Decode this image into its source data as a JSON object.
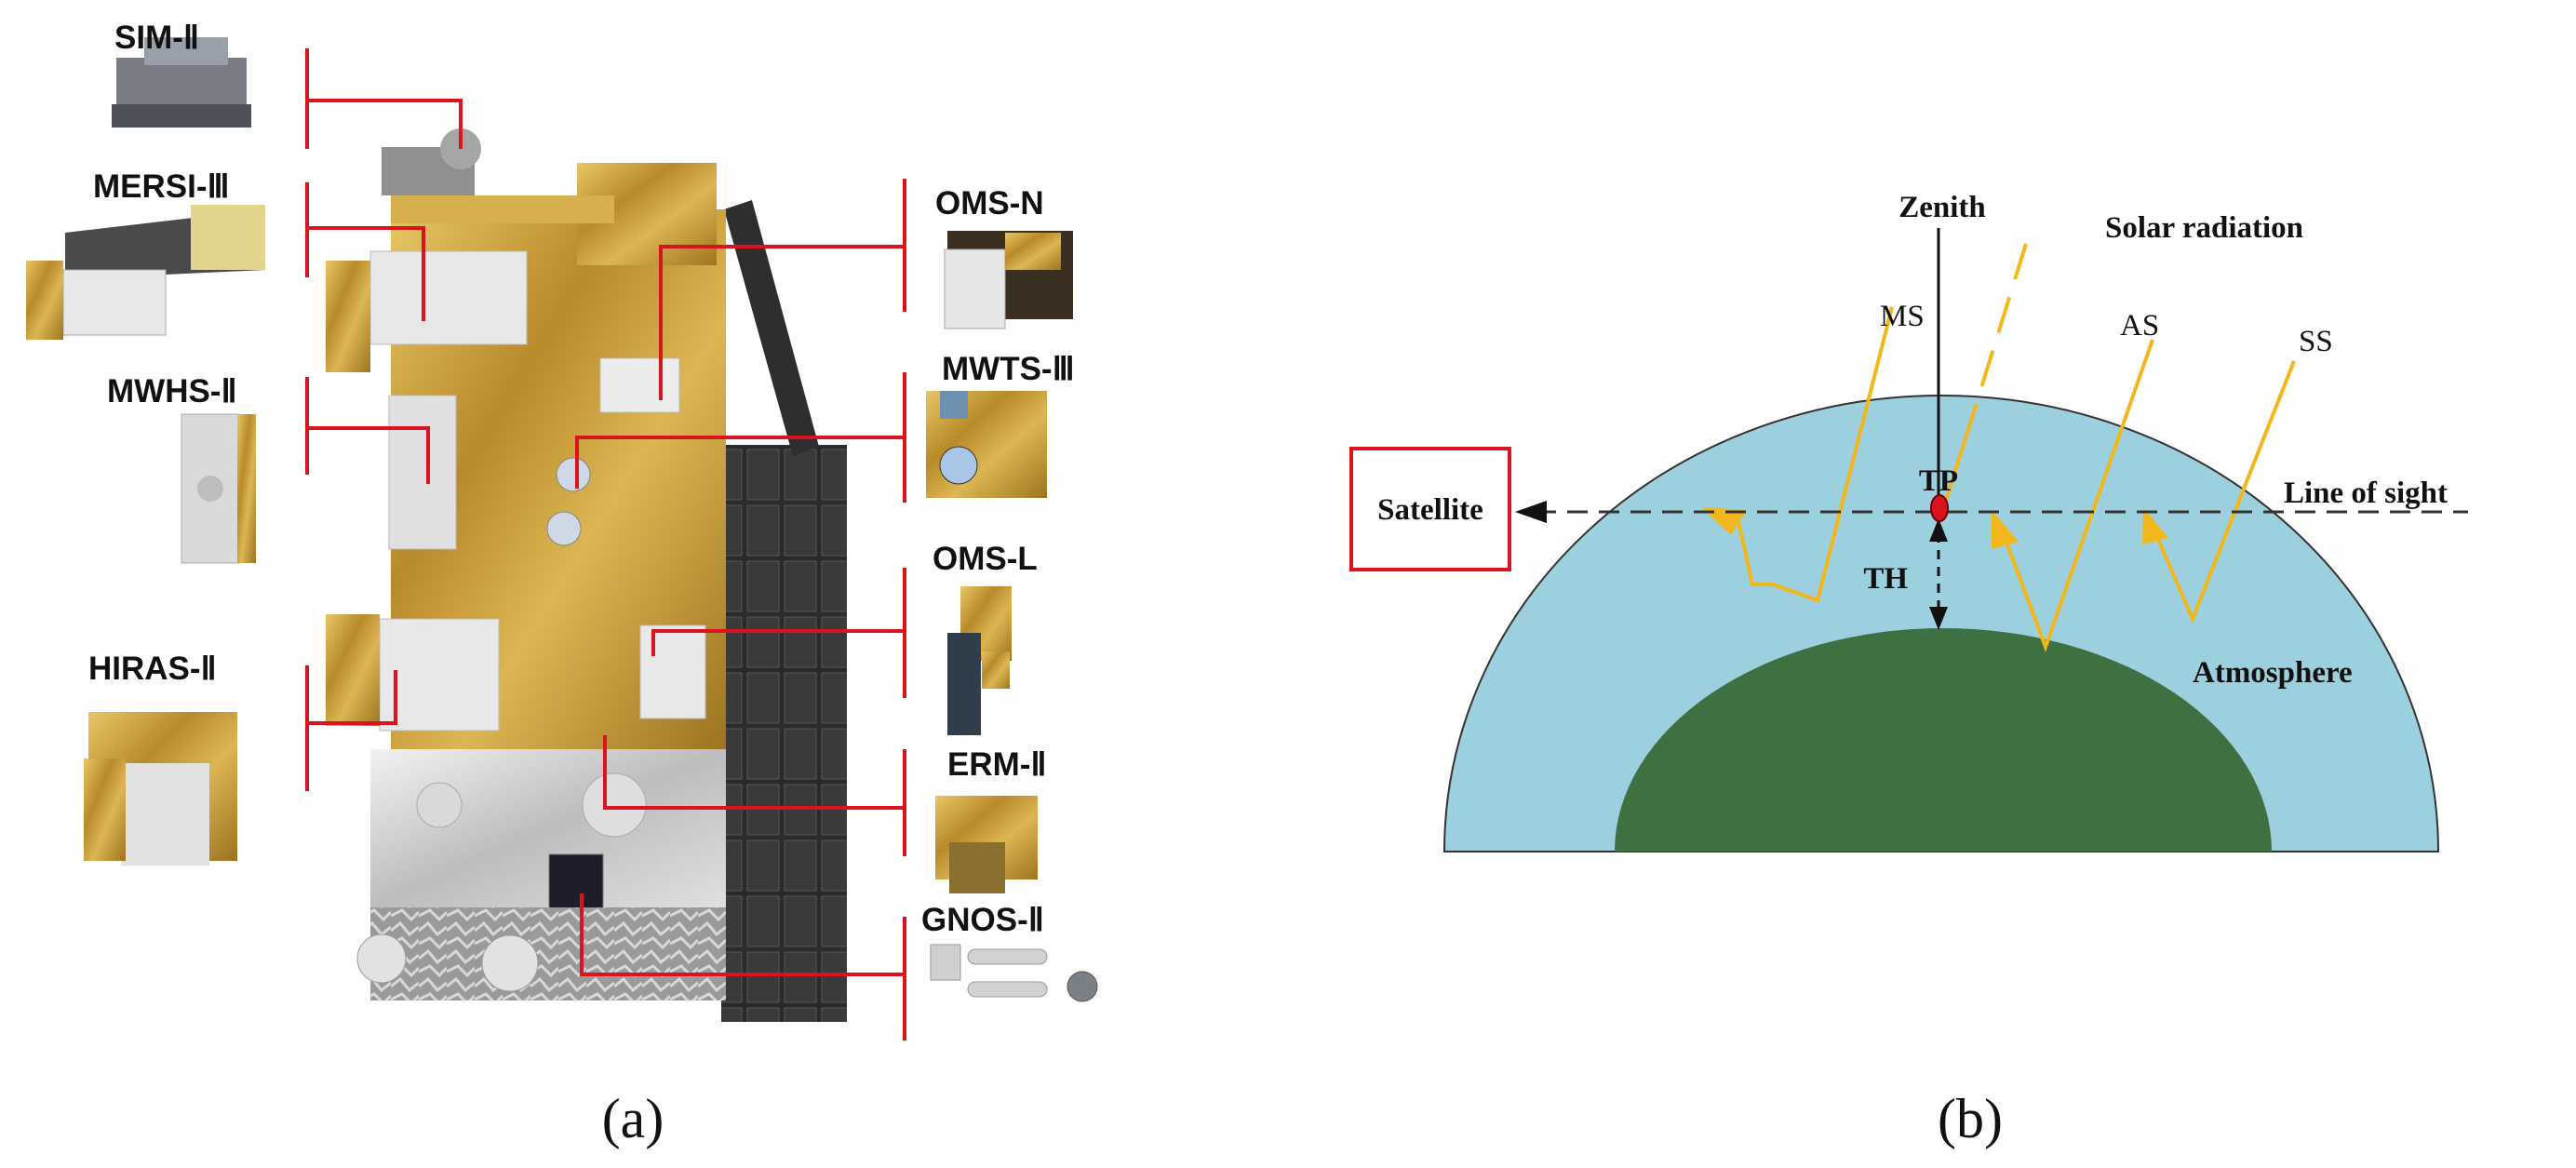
{
  "panel_a": {
    "caption": "(a)",
    "instruments": {
      "sim": "SIM-Ⅱ",
      "mersi": "MERSI-Ⅲ",
      "mwhs": "MWHS-Ⅱ",
      "hiras": "HIRAS-Ⅱ",
      "oms_n": "OMS-N",
      "mwts": "MWTS-Ⅲ",
      "oms_l": "OMS-L",
      "erm": "ERM-Ⅱ",
      "gnos": "GNOS-Ⅱ"
    }
  },
  "panel_b": {
    "caption": "(b)",
    "labels": {
      "zenith": "Zenith",
      "solar_radiation": "Solar radiation",
      "ms": "MS",
      "as": "AS",
      "ss": "SS",
      "satellite": "Satellite",
      "tp": "TP",
      "line_of_sight": "Line of sight",
      "th": "TH",
      "atmosphere": "Atmosphere"
    },
    "colors": {
      "atmosphere": "#9dd0de",
      "earth": "#3f7042",
      "ray": "#f2b71a",
      "satellite_box": "#d9141c",
      "tangent_point": "#d9141c"
    }
  },
  "colors": {
    "leader_line": "#d9141c",
    "gold_foil": "#c9a23b",
    "white_panel": "#e8e8e8",
    "solar_panel": "#2d2d2d"
  }
}
